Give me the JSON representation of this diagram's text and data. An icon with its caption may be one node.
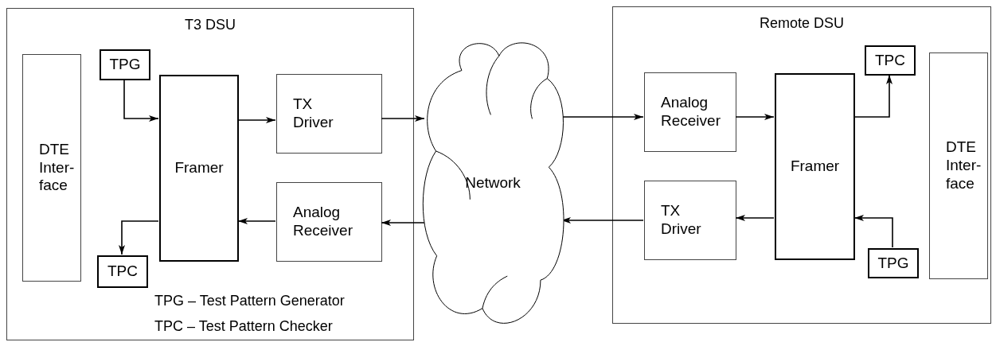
{
  "diagram": {
    "nodes": [
      {
        "text": [
          "T3 DSU"
        ]
      },
      {
        "text": [
          "DTE Inter- face"
        ],
        "in": 0
      },
      {
        "text": [
          "TPG"
        ],
        "in": 0
      },
      {
        "text": [
          "Framer"
        ],
        "in": 0
      },
      {
        "text": [
          "TX Driver"
        ],
        "in": 0
      },
      {
        "text": [
          "Analog Receiver"
        ],
        "in": 0
      },
      {
        "text": [
          "TPC"
        ],
        "in": 0
      },
      {
        "text": [
          "Network"
        ]
      },
      {
        "text": [
          "Remote DSU"
        ]
      },
      {
        "text": [
          "Analog Receiver"
        ],
        "in": 8
      },
      {
        "text": [
          "Framer"
        ],
        "in": 8
      },
      {
        "text": [
          "TPC"
        ],
        "in": 8
      },
      {
        "text": [
          "TX Driver"
        ],
        "in": 8
      },
      {
        "text": [
          "TPG"
        ],
        "in": 8
      },
      {
        "text": [
          "DTE Inter- face"
        ],
        "in": 8
      }
    ],
    "edges": [
      {
        "from": 2,
        "to": 3,
        "arrow": "to"
      },
      {
        "from": 3,
        "to": 4,
        "arrow": "to"
      },
      {
        "from": 4,
        "to": 7,
        "arrow": "to"
      },
      {
        "from": 7,
        "to": 5,
        "arrow": "to"
      },
      {
        "from": 5,
        "to": 3,
        "arrow": "to"
      },
      {
        "from": 3,
        "to": 6,
        "arrow": "to"
      },
      {
        "from": 7,
        "to": 9,
        "arrow": "to"
      },
      {
        "from": 9,
        "to": 10,
        "arrow": "to"
      },
      {
        "from": 10,
        "to": 11,
        "arrow": "to"
      },
      {
        "from": 10,
        "to": 12,
        "arrow": "to"
      },
      {
        "from": 13,
        "to": 10,
        "arrow": "to"
      },
      {
        "from": 12,
        "to": 7,
        "arrow": "to"
      }
    ],
    "labels": [
      "TPG – Test Pattern Generator",
      "TPC – Test Pattern Checker"
    ]
  }
}
